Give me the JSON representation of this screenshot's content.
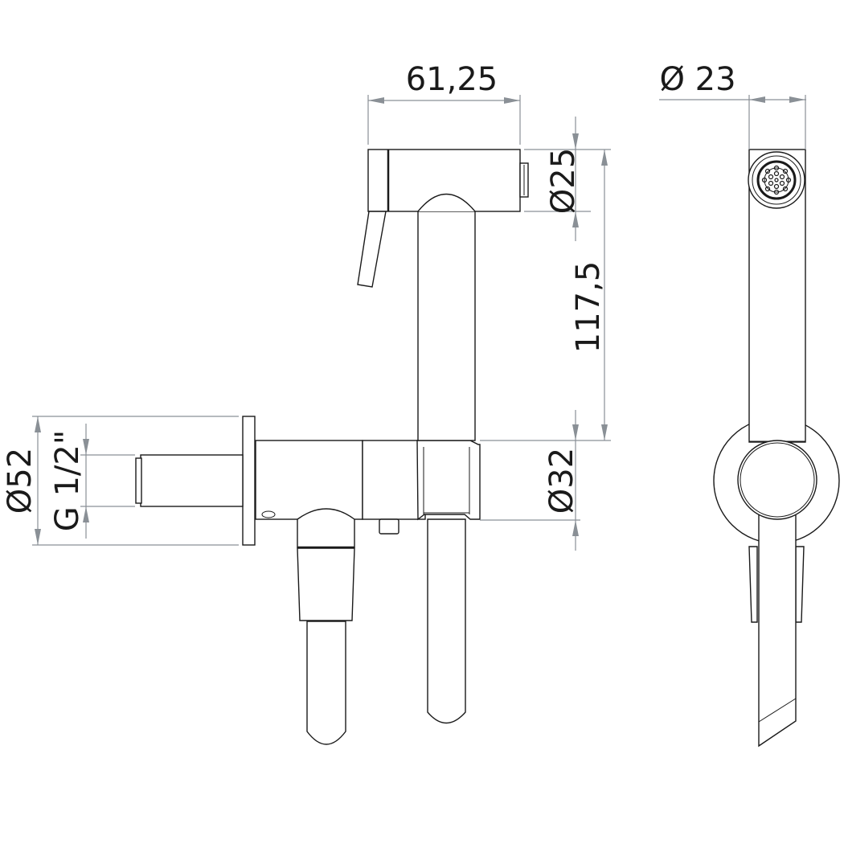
{
  "drawing": {
    "title": "Bidet shower set with angle valve - technical drawing",
    "units": "mm",
    "line_color": "#1a1a1a",
    "dimension_color": "#8a9096"
  },
  "dimensions": {
    "head_length": "61,25",
    "head_diameter": "Ø25",
    "handle_length": "117,5",
    "valve_diameter": "Ø32",
    "rosette_diameter": "Ø52",
    "thread": "G 1/2\"",
    "nozzle_diameter": "Ø 23"
  },
  "views": {
    "front": "side elevation",
    "side": "end view"
  }
}
